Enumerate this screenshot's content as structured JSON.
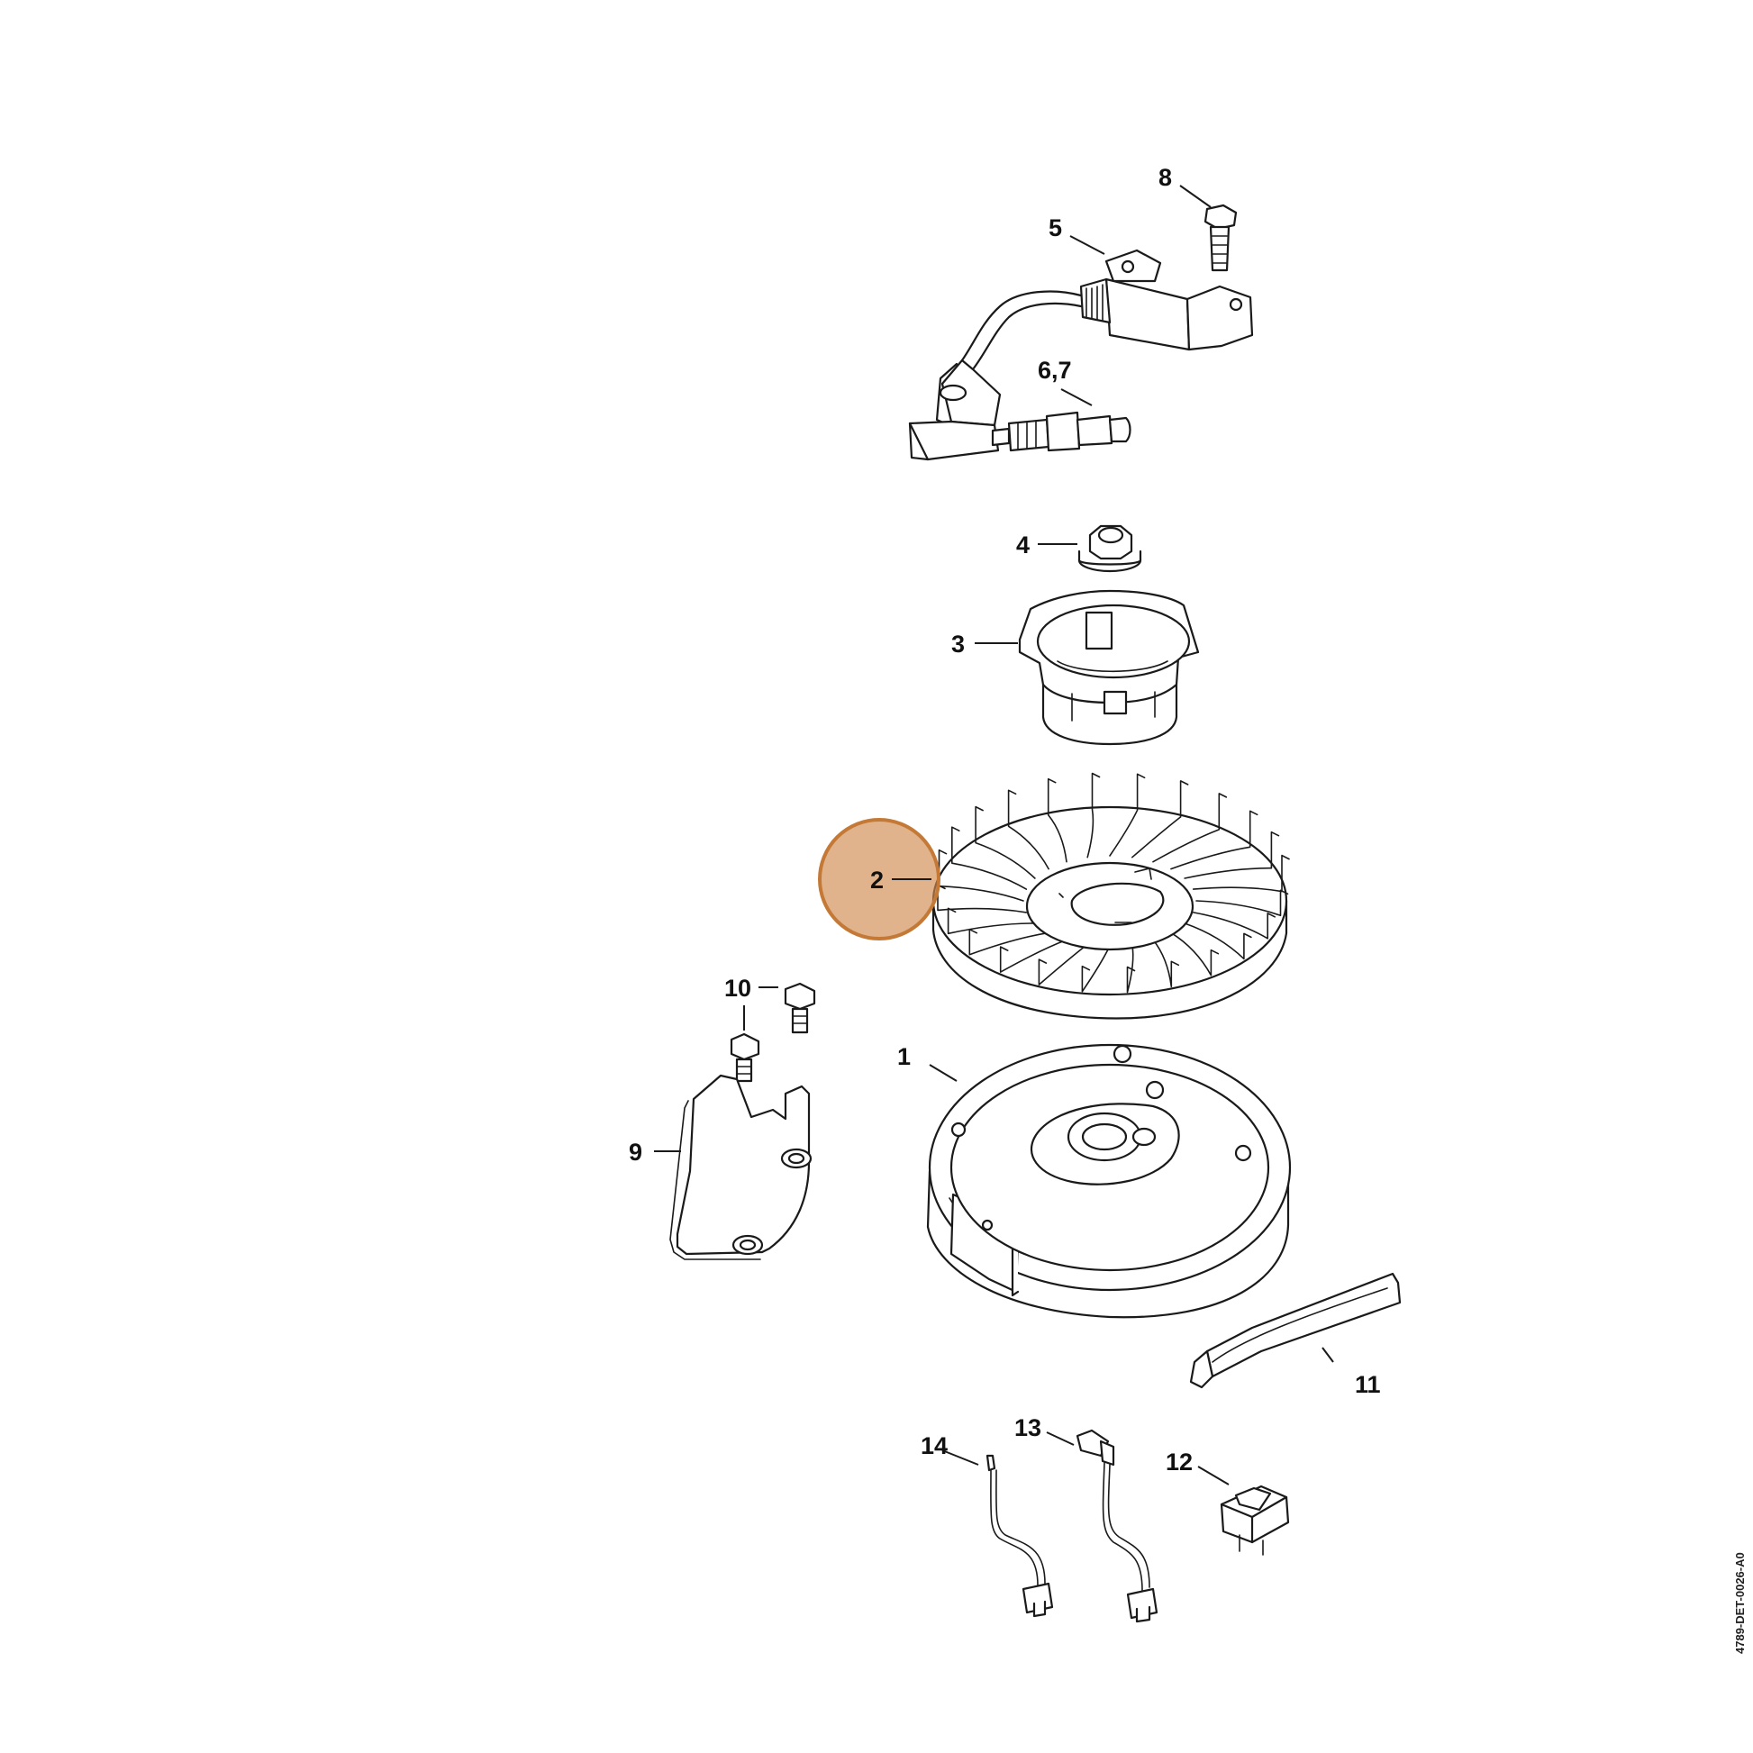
{
  "diagram": {
    "drawing_ref": "4789-DET-0026-A0",
    "highlight_color": "#d08a4e",
    "highlight_stroke": "#c47a36",
    "callouts": {
      "c1": "1",
      "c2": "2",
      "c3": "3",
      "c4": "4",
      "c5": "5",
      "c67": "6,7",
      "c8": "8",
      "c9": "9",
      "c10": "10",
      "c11": "11",
      "c12": "12",
      "c13": "13",
      "c14": "14"
    }
  }
}
